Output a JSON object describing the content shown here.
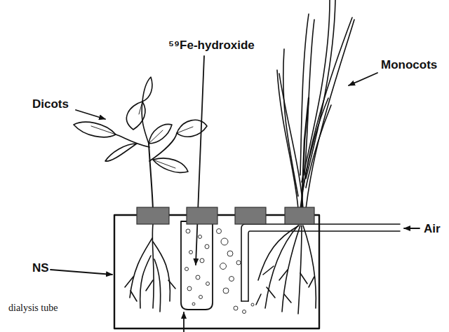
{
  "diagram": {
    "labels": [
      "⁵⁹Fe-hydroxide",
      "Dicots",
      "Monocots",
      "Air",
      "NS",
      "dialysis tube"
    ]
  }
}
